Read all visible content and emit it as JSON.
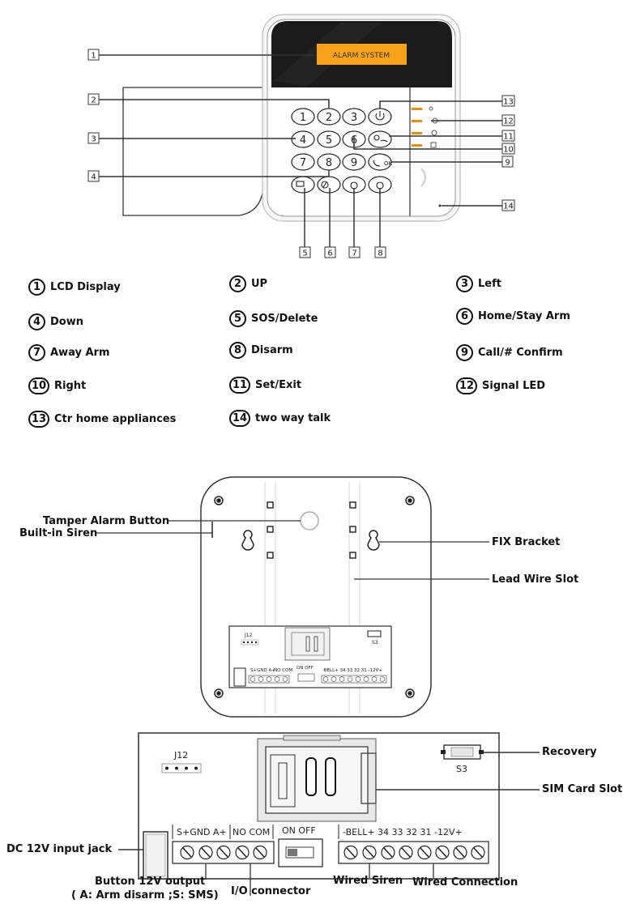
{
  "front": {
    "screen_text": "ALARM SYSTEM",
    "keys": [
      "1",
      "2",
      "3",
      "4",
      "5",
      "6",
      "7",
      "8",
      "9"
    ],
    "callouts": [
      "1",
      "2",
      "3",
      "4",
      "5",
      "6",
      "7",
      "8",
      "9",
      "10",
      "11",
      "12",
      "13",
      "14"
    ]
  },
  "legend": [
    {
      "num": "1",
      "label": "LCD Display"
    },
    {
      "num": "2",
      "label": "UP"
    },
    {
      "num": "3",
      "label": "Left"
    },
    {
      "num": "4",
      "label": "Down"
    },
    {
      "num": "5",
      "label": "SOS/Delete"
    },
    {
      "num": "6",
      "label": "Home/Stay Arm"
    },
    {
      "num": "7",
      "label": "Away Arm"
    },
    {
      "num": "8",
      "label": "Disarm"
    },
    {
      "num": "9",
      "label": "Call/# Confirm"
    },
    {
      "num": "10",
      "label": "Right"
    },
    {
      "num": "11",
      "label": "Set/Exit"
    },
    {
      "num": "12",
      "label": "Signal LED"
    },
    {
      "num": "13",
      "label": "Ctr home appliances"
    },
    {
      "num": "14",
      "label": "two way talk"
    }
  ],
  "back": {
    "labels": {
      "tamper": "Tamper Alarm Button",
      "siren": "Built-in Siren",
      "bracket": "FIX Bracket",
      "slot": "Lead Wire Slot"
    },
    "small_board": {
      "j12": "J12",
      "s3": "S3",
      "terminals_left": "S+GND A+",
      "terminals_mid": "NO COM",
      "switch": "ON  OFF",
      "terminals_right": "-BELL+ 34  33  32  31  -12V+"
    }
  },
  "board": {
    "j12": "J12",
    "s3": "S3",
    "t_left": "S+GND A+",
    "t_mid": "NO COM",
    "switch_label": "ON  OFF",
    "t_right": "-BELL+  34    33    32    31    -12V+",
    "labels": {
      "recovery": "Recovery",
      "sim": "SIM Card Slot",
      "dc": "DC 12V input jack",
      "button_out": "Button 12V output",
      "button_out_sub": "( A: Arm disarm ;S: SMS)",
      "io": "I/O  connector",
      "wired_siren": "Wired Siren",
      "wired_conn": "Wired Connection"
    }
  }
}
